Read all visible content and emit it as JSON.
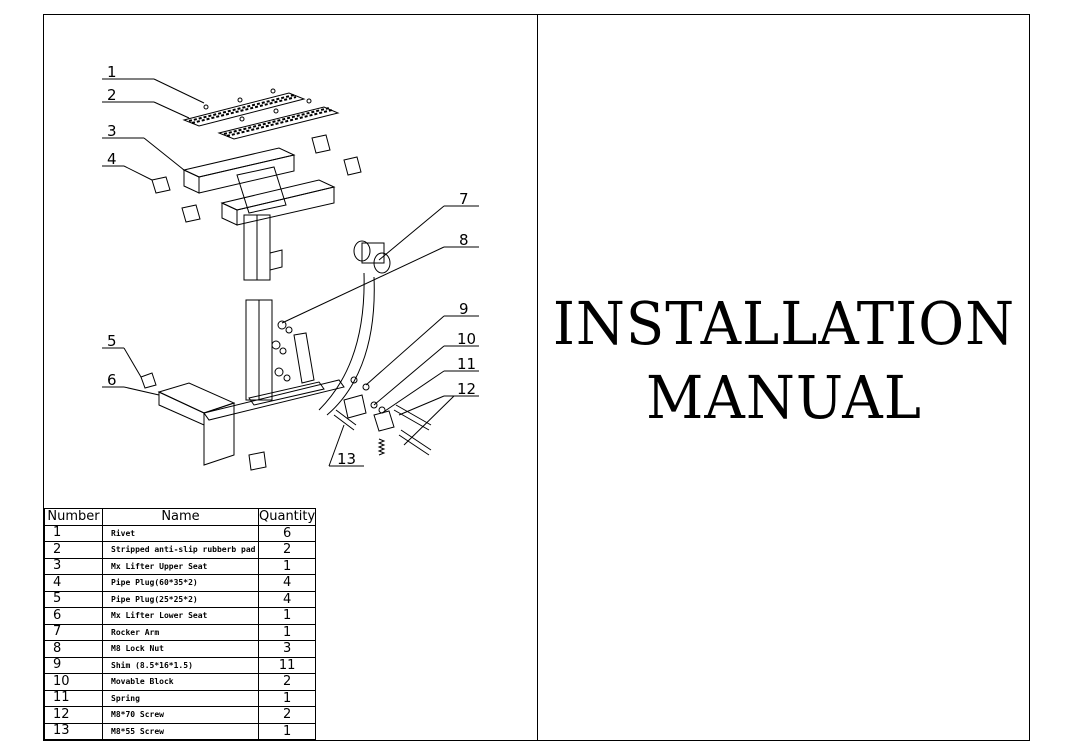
{
  "title": {
    "line1": "INSTALLATION",
    "line2": "MANUAL"
  },
  "callouts": [
    "1",
    "2",
    "3",
    "4",
    "5",
    "6",
    "7",
    "8",
    "9",
    "10",
    "11",
    "12",
    "13"
  ],
  "parts_table": {
    "headers": [
      "Number",
      "Name",
      "Quantity"
    ],
    "rows": [
      {
        "number": "1",
        "name": "Rivet",
        "quantity": "6"
      },
      {
        "number": "2",
        "name": "Stripped anti-slip rubberb pad",
        "quantity": "2"
      },
      {
        "number": "3",
        "name": "Mx Lifter Upper Seat",
        "quantity": "1"
      },
      {
        "number": "4",
        "name": "Pipe Plug(60*35*2)",
        "quantity": "4"
      },
      {
        "number": "5",
        "name": "Pipe Plug(25*25*2)",
        "quantity": "4"
      },
      {
        "number": "6",
        "name": "Mx Lifter Lower Seat",
        "quantity": "1"
      },
      {
        "number": "7",
        "name": "Rocker Arm",
        "quantity": "1"
      },
      {
        "number": "8",
        "name": "M8 Lock Nut",
        "quantity": "3"
      },
      {
        "number": "9",
        "name": "Shim (8.5*16*1.5)",
        "quantity": "11"
      },
      {
        "number": "10",
        "name": "Movable Block",
        "quantity": "2"
      },
      {
        "number": "11",
        "name": "Spring",
        "quantity": "1"
      },
      {
        "number": "12",
        "name": "M8*70 Screw",
        "quantity": "2"
      },
      {
        "number": "13",
        "name": "M8*55 Screw",
        "quantity": "1"
      }
    ]
  }
}
